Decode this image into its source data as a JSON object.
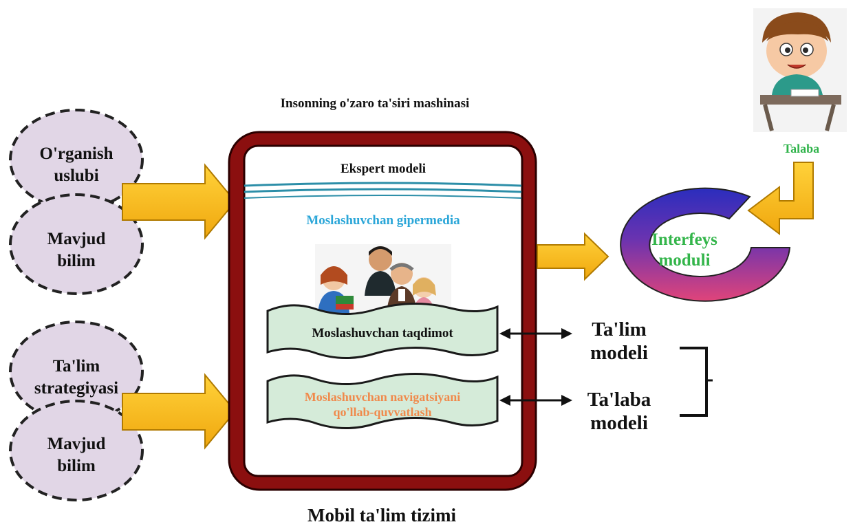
{
  "title_top": "Insonning o'zaro ta'siri mashinasi",
  "left_inputs": {
    "group1": {
      "top": [
        "O'rganish",
        "uslubi"
      ],
      "bottom": [
        "Mavjud",
        "bilim"
      ]
    },
    "group2": {
      "top": [
        "Ta'lim",
        "strategiyasi"
      ],
      "bottom": [
        "Mavjud",
        "bilim"
      ]
    }
  },
  "system": {
    "expert_label": "Ekspert modeli",
    "hypermedia_label": "Moslashuvchan gipermedia",
    "presentation_label": "Moslashuvchan taqdimot",
    "navigation_label": [
      "Moslashuvchan navigatsiyani",
      "qo'llab-quvvatlash"
    ],
    "caption": "Mobil ta'lim tizimi"
  },
  "interface": {
    "label": [
      "Interfeys",
      "moduli"
    ]
  },
  "student": {
    "label": "Talaba"
  },
  "models": {
    "learning": [
      "Ta'lim",
      "modeli"
    ],
    "student": [
      "Ta'laba",
      "modeli"
    ]
  },
  "colors": {
    "frame": "#8b0f0f",
    "ellipse_fill": "#e1d6e6",
    "arrow_fill": "#f6bb12",
    "banner_fill": "#d5ebd9",
    "hypermedia_text": "#2aa6d8",
    "navigation_text": "#f08a4c",
    "interface_text": "#33b54a",
    "student_text": "#2fb34a"
  }
}
